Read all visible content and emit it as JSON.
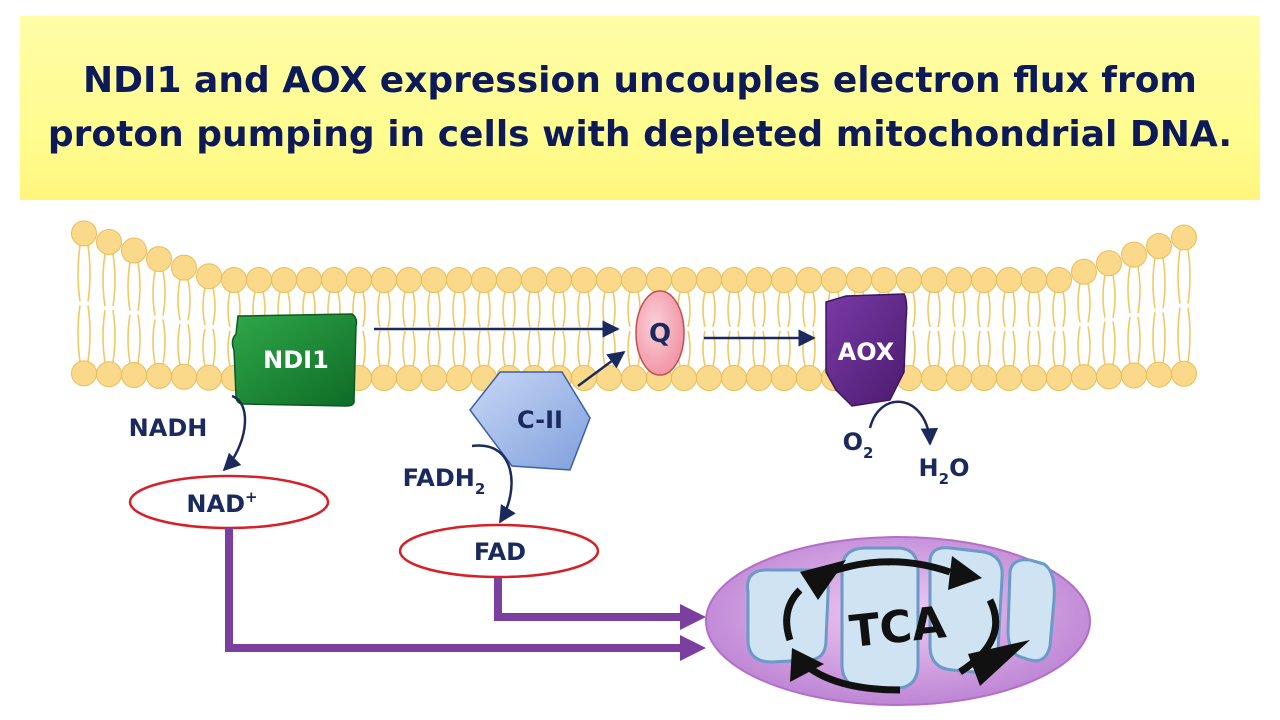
{
  "title": {
    "line1": "NDI1 and AOX expression uncouples electron flux from",
    "line2": "proton pumping in cells with depleted mitochondrial DNA."
  },
  "diagram": {
    "ndi1": "NDI1",
    "q": "Q",
    "aox": "AOX",
    "complex2": "C-II",
    "nadh": "NADH",
    "nad_plus": {
      "base": "NAD",
      "sup": "+"
    },
    "fadh2": {
      "base": "FADH",
      "sub": "2"
    },
    "fad": "FAD",
    "o2": {
      "base": "O",
      "sub": "2"
    },
    "h2o": {
      "pre": "H",
      "sub": "2",
      "post": "O"
    },
    "tca": "TCA"
  }
}
